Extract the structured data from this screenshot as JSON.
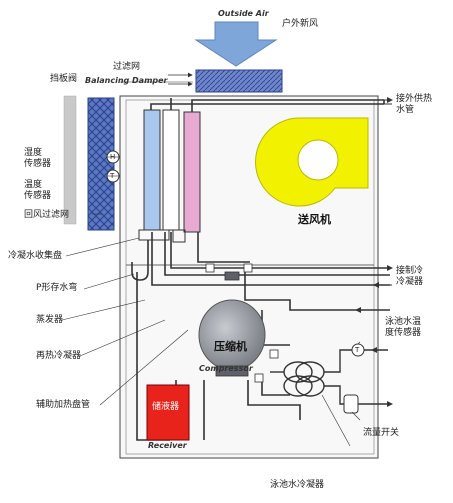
{
  "labels": {
    "outside_air_en": "Outside Air",
    "outside_air_cn": "户外新风",
    "filter": "过滤网",
    "damper_cn": "挡板阀",
    "damper_en": "Balancing Damper",
    "humidity_sensor": "湿度\n传感器",
    "temp_sensor": "温度\n传感器",
    "return_filter": "回风过滤网",
    "condensate_tray": "冷凝水收集盘",
    "p_trap": "P形存水弯",
    "evaporator": "蒸发器",
    "reheat_condenser": "再热冷凝器",
    "aux_heater": "辅助加热盘管",
    "external_heat_pipe": "接外供热\n水管",
    "blower": "送风机",
    "remote_condenser": "接制冷\n冷凝器",
    "pool_water_temp_sensor": "泳池水温\n度传感器",
    "compressor_cn": "压缩机",
    "compressor_en": "Compressor",
    "receiver_en": "Receiver",
    "receiver_cn": "储液器",
    "flow_switch": "流量开关",
    "pool_water_condenser": "泳池水冷凝器",
    "h_symbol": "H",
    "t_symbol": "T",
    "t_symbol2": "T"
  },
  "colors": {
    "air_arrow": "#7fa6d8",
    "filter": "#5b78c4",
    "evaporator": "#a9c8ee",
    "reheat": "#ffffff",
    "aux_heater": "#e8a9d2",
    "blower": "#f2f200",
    "compressor": "#8f9399",
    "receiver": "#e8231b",
    "return_filter": "#9aa7d6",
    "cabinet_fill": "#f7f7f7"
  }
}
